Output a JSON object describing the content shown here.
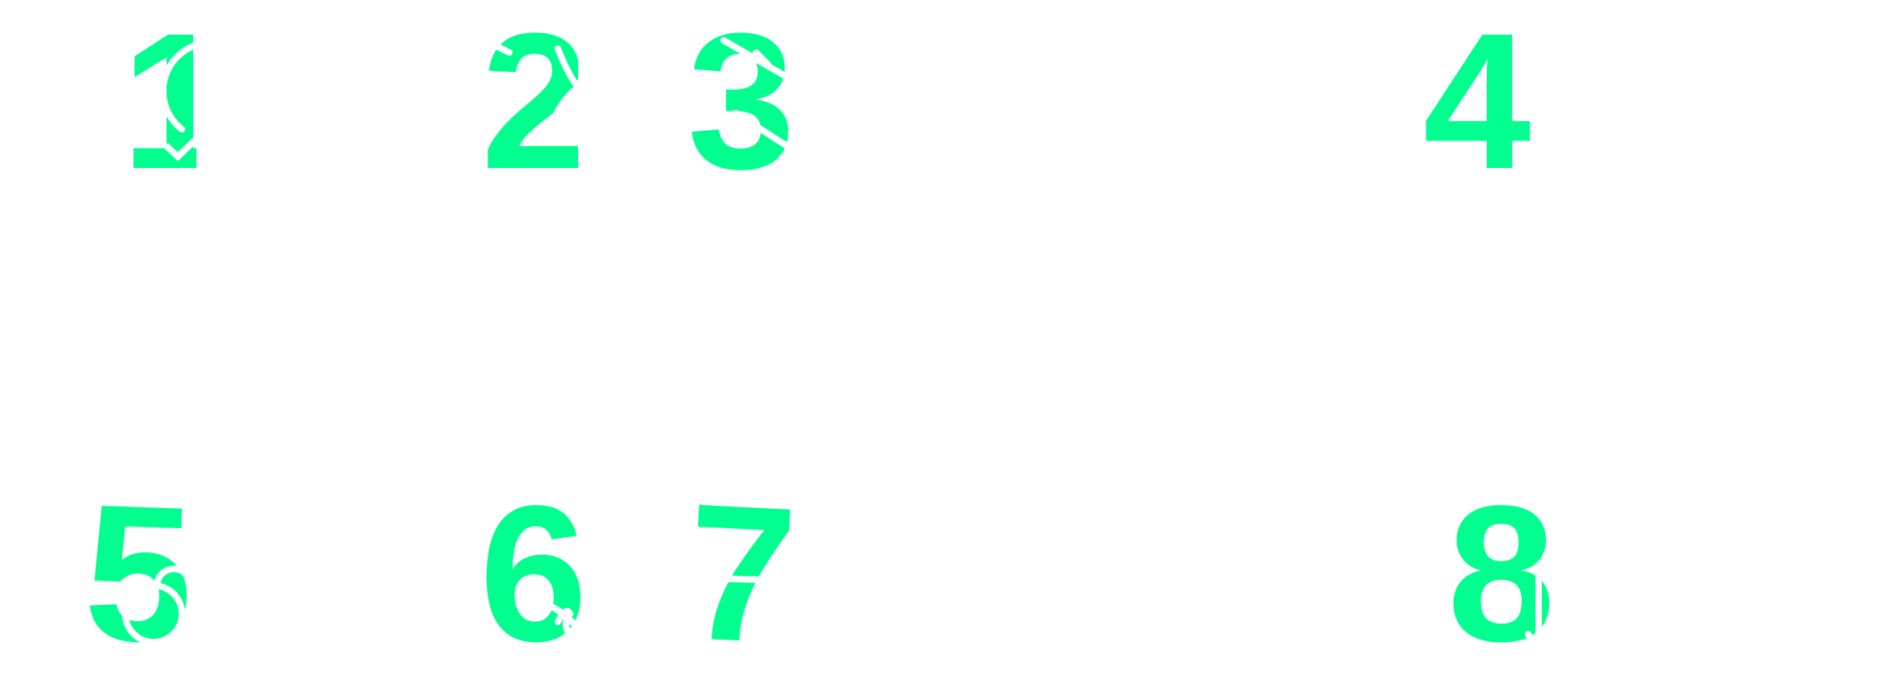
{
  "accent_color": "#00ff8f",
  "tiles": [
    {
      "label": "1",
      "icon": "location-pin-icon"
    },
    {
      "label": "2",
      "icon": "curve-icon"
    },
    {
      "label": "3",
      "icon": "arrow-icon"
    },
    {
      "label": "4",
      "icon": "document-icon"
    },
    {
      "label": "5",
      "icon": "target-icon"
    },
    {
      "label": "6",
      "icon": "cursor-icon"
    },
    {
      "label": "7",
      "icon": "pin-icon"
    },
    {
      "label": "8",
      "icon": "rotate-icon"
    }
  ]
}
